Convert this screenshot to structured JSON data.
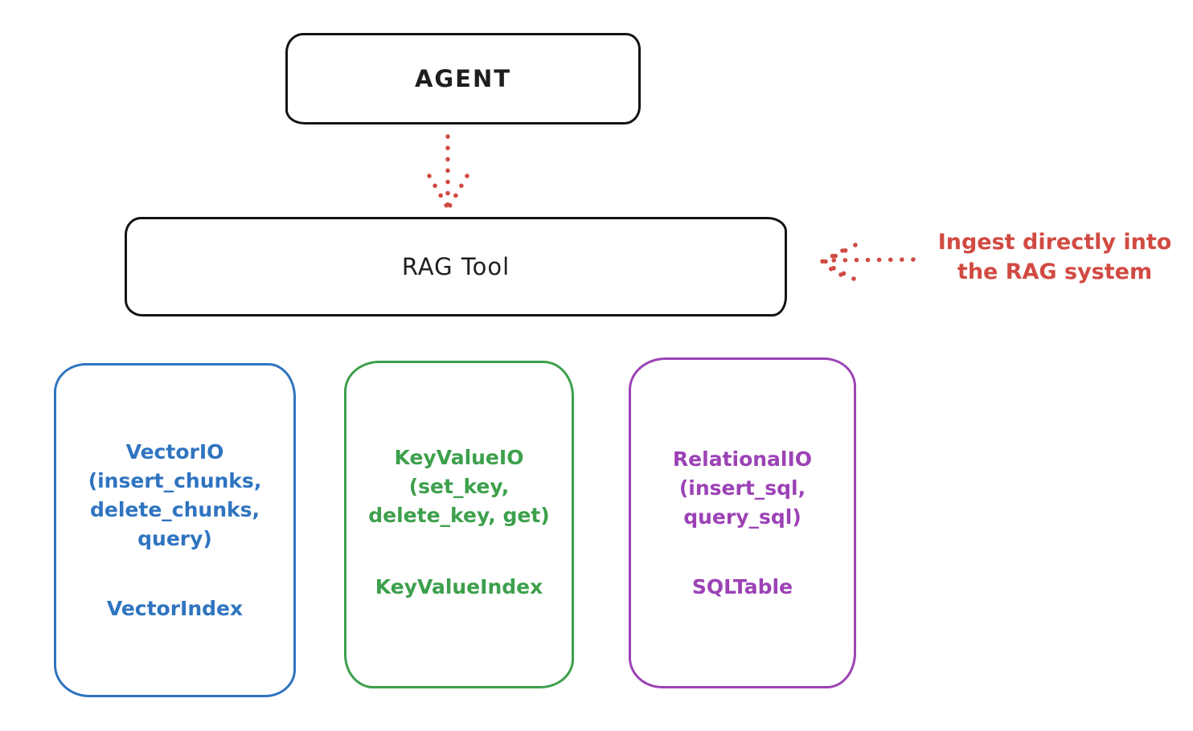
{
  "diagram": {
    "background": "#ffffff",
    "colors": {
      "ink": "#1e1e1e",
      "annotation_red": "#d14a42",
      "vector_blue": "#2f74c0",
      "keyvalue_green": "#3da04c",
      "relational_purple": "#9c42b5"
    },
    "agent": {
      "label": "AGENT"
    },
    "rag_tool": {
      "label": "RAG Tool"
    },
    "annotation": {
      "line1": "Ingest directly into",
      "line2": "the RAG system"
    },
    "backends": [
      {
        "id": "vector-io",
        "color": "#2f74c0",
        "lines": [
          "VectorIO",
          "(insert_chunks,",
          "delete_chunks,",
          "query)"
        ],
        "index": "VectorIndex"
      },
      {
        "id": "keyvalue-io",
        "color": "#3da04c",
        "lines": [
          "KeyValueIO",
          "(set_key,",
          "delete_key, get)"
        ],
        "index": "KeyValueIndex"
      },
      {
        "id": "relational-io",
        "color": "#9c42b5",
        "lines": [
          "RelationalIO",
          "(insert_sql,",
          "query_sql)"
        ],
        "index": "SQLTable"
      }
    ]
  }
}
